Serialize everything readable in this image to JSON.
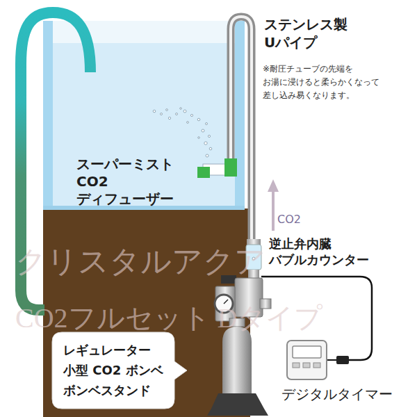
{
  "diagram": {
    "nodes": [
      {
        "text": [
          "レギュレーター",
          "小型 CO2 ボンベ",
          "ボンベスタンド"
        ]
      }
    ],
    "labels": [
      "ステンレス製 Uパイプ",
      "※耐圧チューブの先端を お湯に浸けると柔らかくなって 差し込み易くなります。",
      "スーパーミスト CO2 ディフューザー",
      "CO2",
      "逆止弁内臓 バブルカウンター",
      "クリスタルアクア",
      "CO2フルセット Dタイプ",
      "デジタルタイマー"
    ]
  }
}
